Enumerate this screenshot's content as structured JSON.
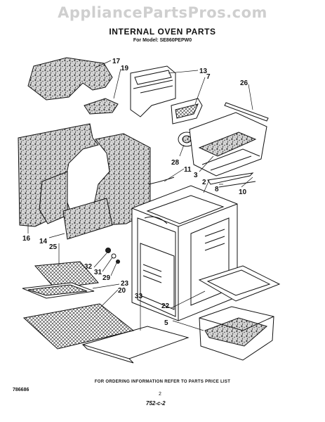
{
  "watermark": "AppliancePartsPros.com",
  "title": "INTERNAL OVEN PARTS",
  "subtitle": "For Model: SE860PEPW0",
  "callouts": {
    "c17": "17",
    "c19": "19",
    "c13": "13",
    "c7": "7",
    "c26": "26",
    "c28": "28",
    "c11": "11",
    "c3": "3",
    "c2": "2",
    "c8": "8",
    "c10": "10",
    "c16": "16",
    "c14": "14",
    "c25": "25",
    "c32": "32",
    "c31": "31",
    "c29": "29",
    "c23": "23",
    "c20": "20",
    "c33": "33",
    "c22": "22",
    "c5": "5"
  },
  "footer": {
    "ordering_note": "FOR ORDERING INFORMATION REFER TO PARTS PRICE LIST",
    "code_left": "786686",
    "page": "2",
    "page_code": "752-c-2"
  },
  "colors": {
    "line": "#111111",
    "speckle": "#555555",
    "watermark": "#cfcfcf"
  }
}
